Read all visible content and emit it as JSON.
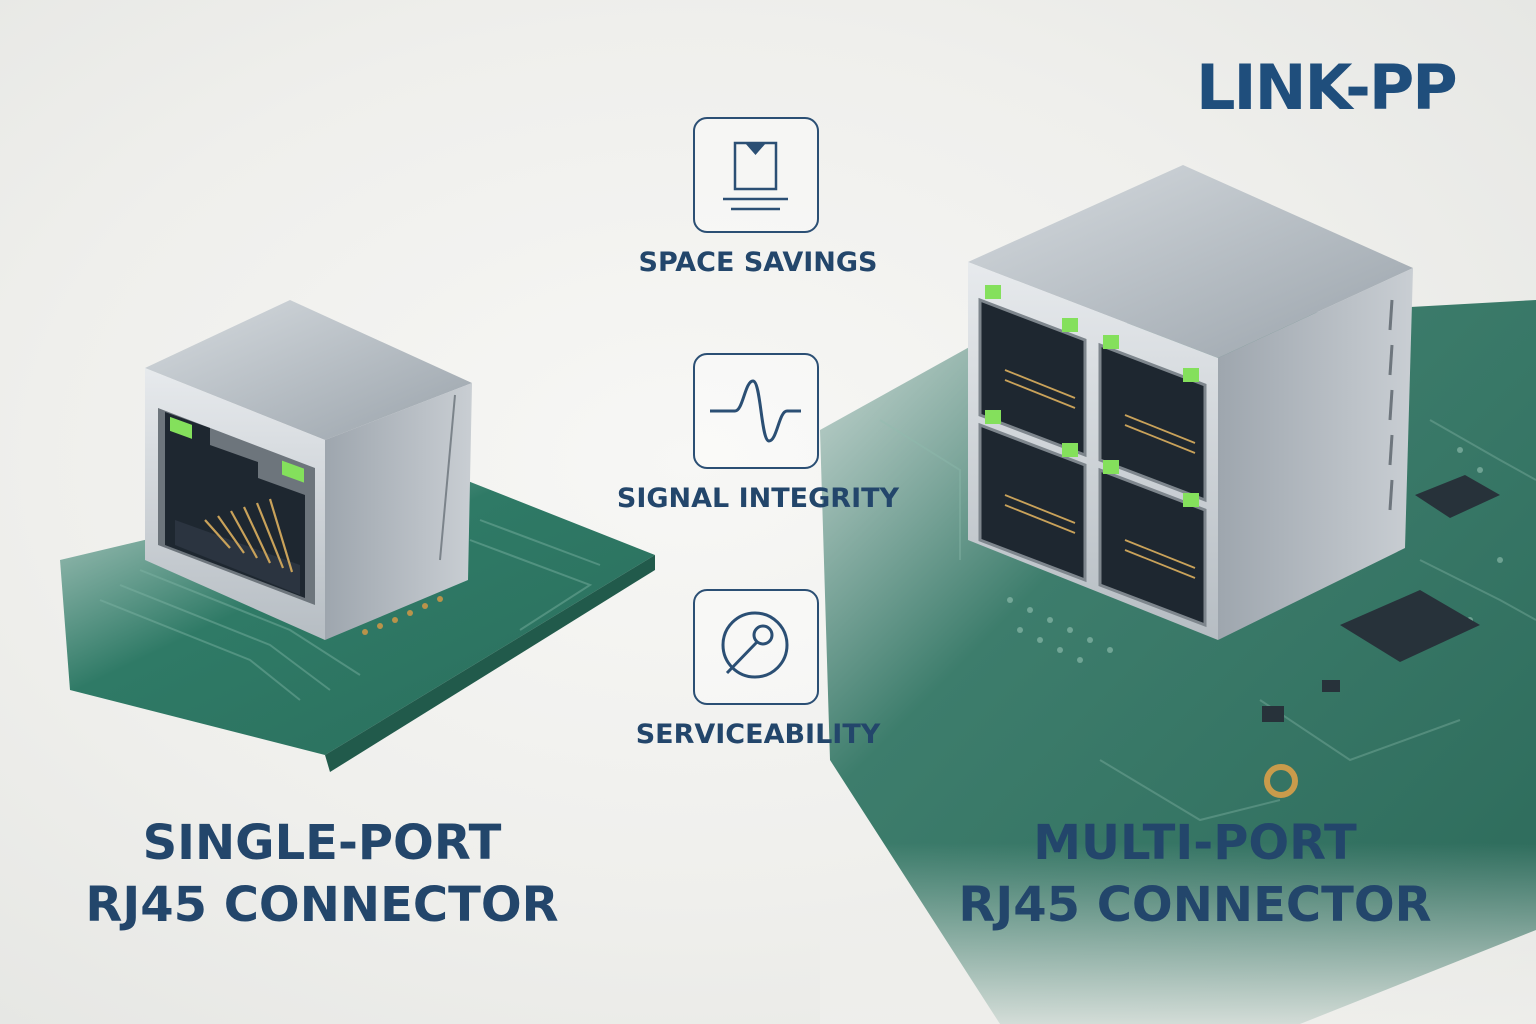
{
  "brand": {
    "name": "LINK-PP"
  },
  "features": [
    {
      "label": "SPACE SAVINGS",
      "icon": "board-space-icon"
    },
    {
      "label": "SIGNAL INTEGRITY",
      "icon": "signal-wave-icon"
    },
    {
      "label": "SERVICEABILITY",
      "icon": "wrench-icon"
    }
  ],
  "left_product": {
    "line1": "SINGLE-PORT",
    "line2": "RJ45 CONNECTOR"
  },
  "right_product": {
    "line1": "MULTI-PORT",
    "line2": "RJ45 CONNECTOR"
  },
  "colors": {
    "title": "#23466b",
    "brand": "#1f4e7c",
    "pcb": "#2f7a66",
    "led": "#7ed957",
    "metal": "#a9b1b8"
  }
}
